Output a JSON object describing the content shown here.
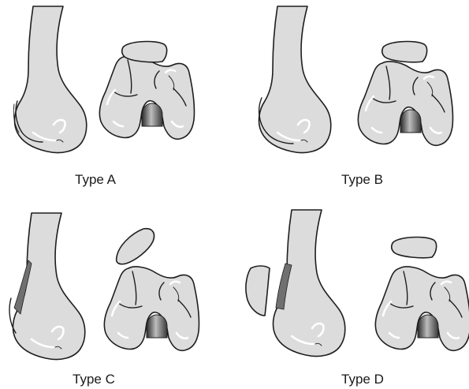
{
  "panels": [
    {
      "label": "Type A"
    },
    {
      "label": "Type B"
    },
    {
      "label": "Type C"
    },
    {
      "label": "Type D"
    }
  ],
  "colors": {
    "bone_fill": "#dcdcdc",
    "outline": "#1e1e1e",
    "shadow": "#707070",
    "highlight": "#ffffff"
  }
}
